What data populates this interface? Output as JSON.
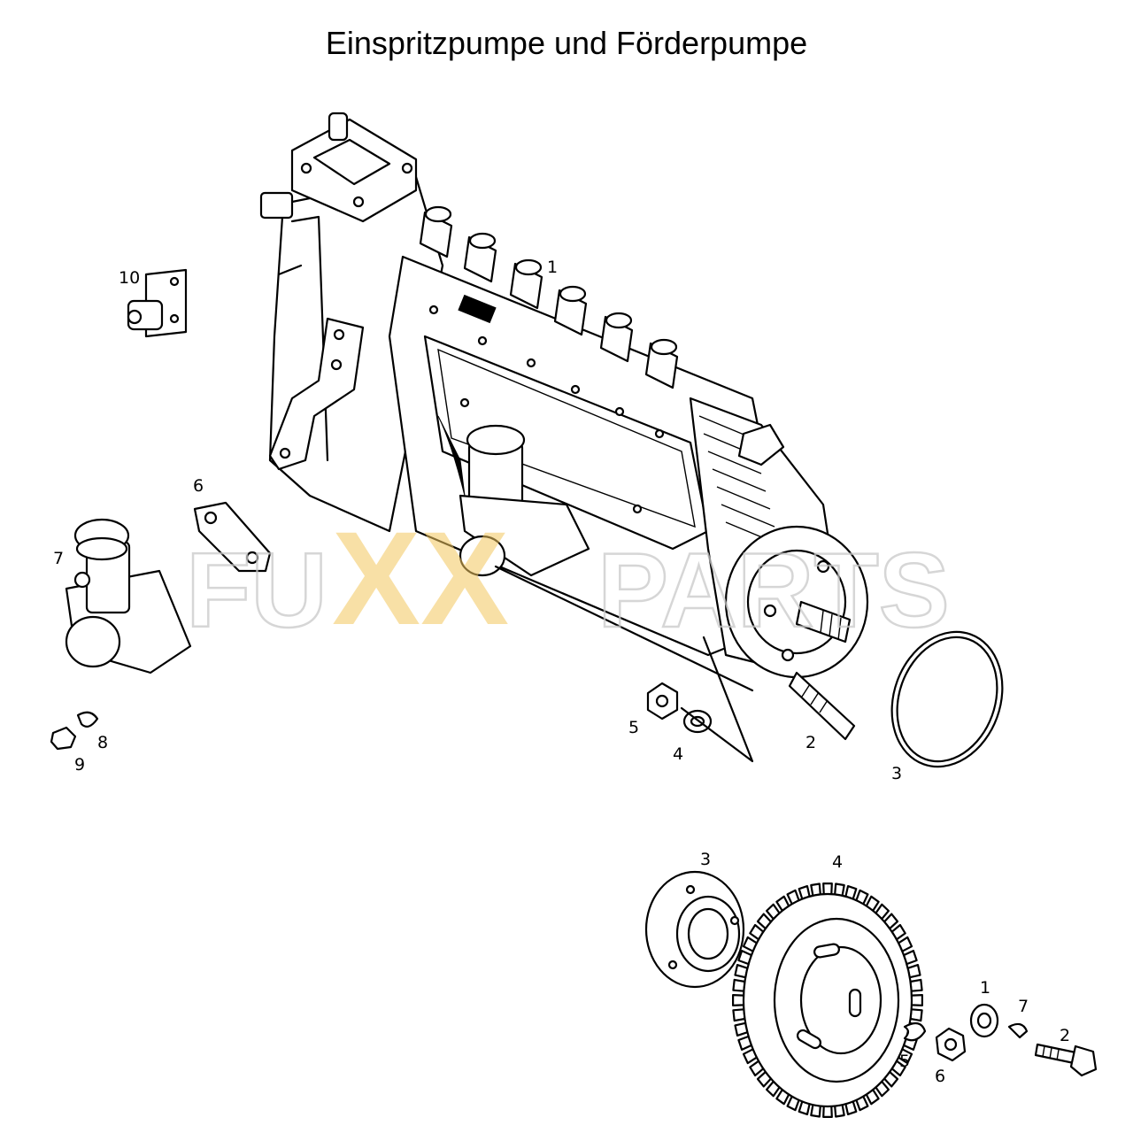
{
  "title": "Einspritzpumpe und Förderpumpe",
  "watermark": {
    "left": "FU",
    "middle": "XX",
    "right": "PARTS",
    "grey_color": "#c9c9c9",
    "gold_color": "#f3c75f"
  },
  "callouts": {
    "pump": [
      "1",
      "2",
      "3",
      "4",
      "5",
      "6",
      "7",
      "8",
      "9",
      "10"
    ],
    "gear": [
      "1",
      "2",
      "3",
      "4",
      "5",
      "6",
      "7"
    ]
  }
}
